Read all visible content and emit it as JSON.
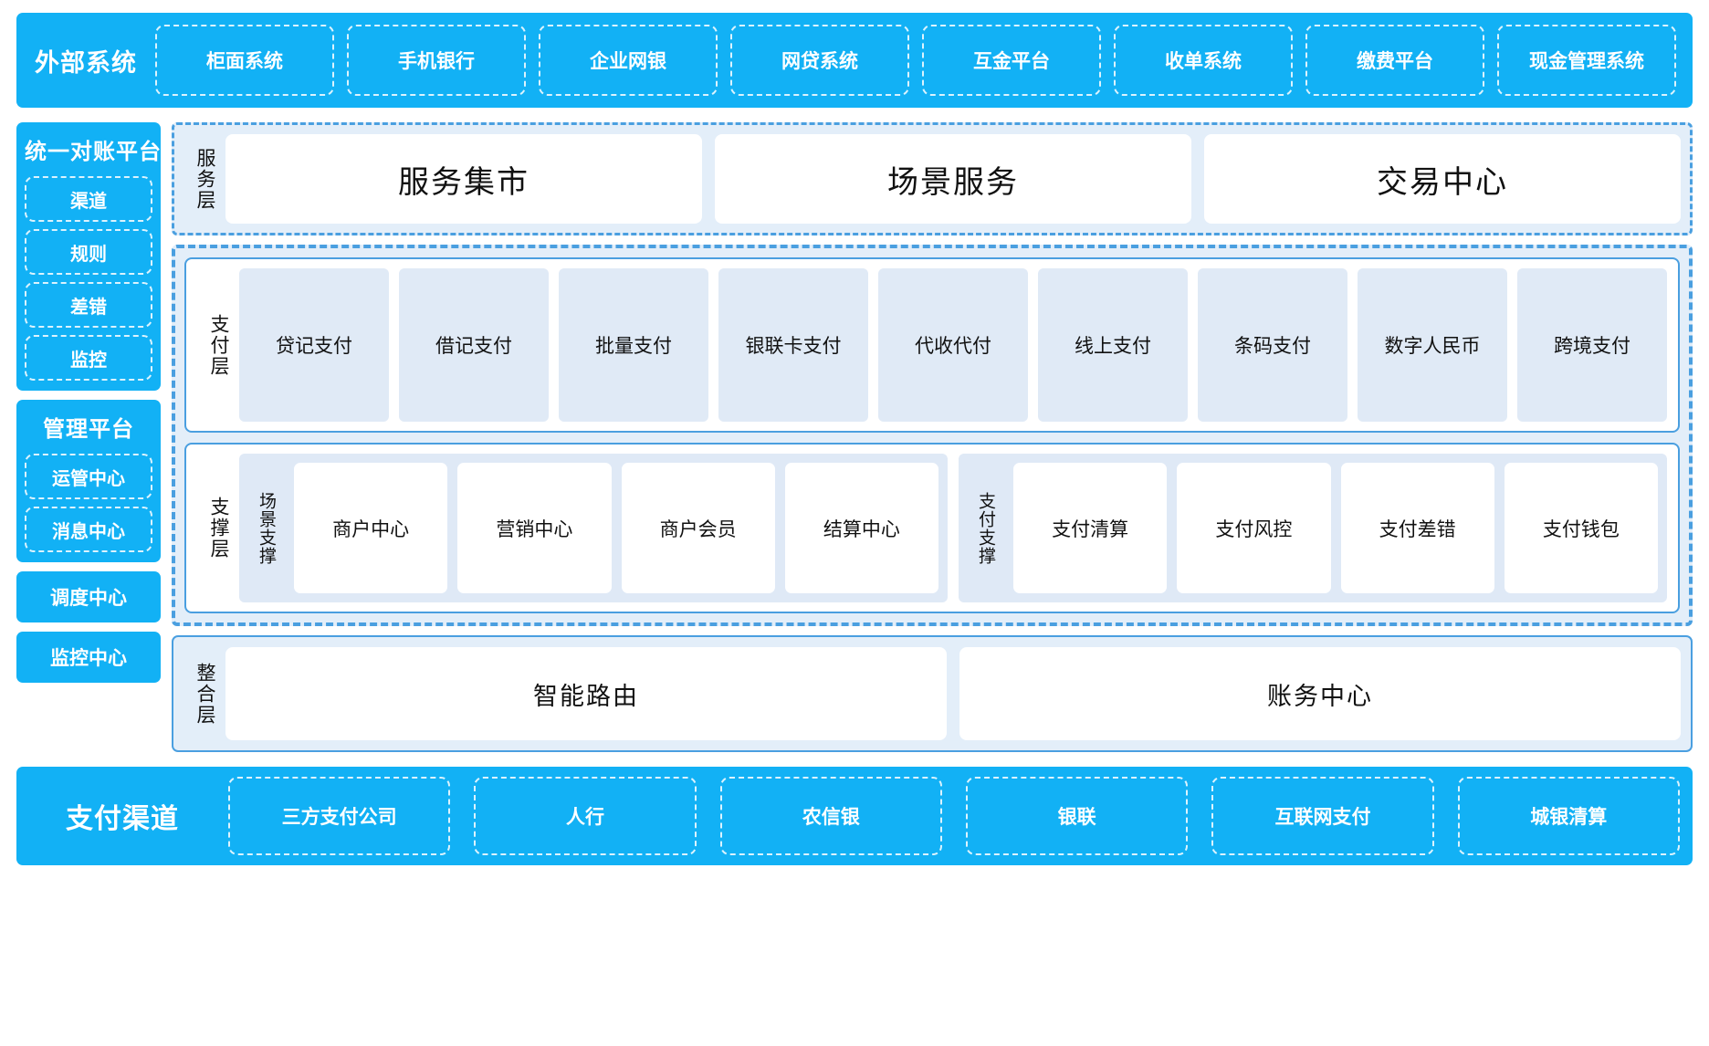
{
  "external": {
    "title": "外部系统",
    "items": [
      "柜面系统",
      "手机银行",
      "企业网银",
      "网贷系统",
      "互金平台",
      "收单系统",
      "缴费平台",
      "现金管理系统"
    ]
  },
  "left": {
    "recon_platform": {
      "title": "统一对账平台",
      "items": [
        "渠道",
        "规则",
        "差错",
        "监控"
      ]
    },
    "mgmt_platform": {
      "title": "管理平台",
      "items": [
        "运管中心",
        "消息中心"
      ]
    },
    "standalone": [
      "调度中心",
      "监控中心"
    ]
  },
  "service_layer": {
    "label": "服务层",
    "cards": [
      "服务集市",
      "场景服务",
      "交易中心"
    ]
  },
  "pay_layer": {
    "label": "支付层",
    "cards": [
      "贷记支付",
      "借记支付",
      "批量支付",
      "银联卡支付",
      "代收代付",
      "线上支付",
      "条码支付",
      "数字人民币",
      "跨境支付"
    ]
  },
  "support_layer": {
    "label": "支撑层",
    "groups": [
      {
        "label": "场景支撑",
        "cards": [
          "商户中心",
          "营销中心",
          "商户会员",
          "结算中心"
        ]
      },
      {
        "label": "支付支撑",
        "cards": [
          "支付清算",
          "支付风控",
          "支付差错",
          "支付钱包"
        ]
      }
    ]
  },
  "integration_layer": {
    "label": "整合层",
    "cards": [
      "智能路由",
      "账务中心"
    ]
  },
  "channels": {
    "title": "支付渠道",
    "items": [
      "三方支付公司",
      "人行",
      "农信银",
      "银联",
      "互联网支付",
      "城银清算"
    ]
  },
  "colors": {
    "brand_blue": "#12b1f5",
    "band_fill": "#e3eef9",
    "band_border": "#4a9fe0",
    "card_light": "#e0eaf6"
  }
}
